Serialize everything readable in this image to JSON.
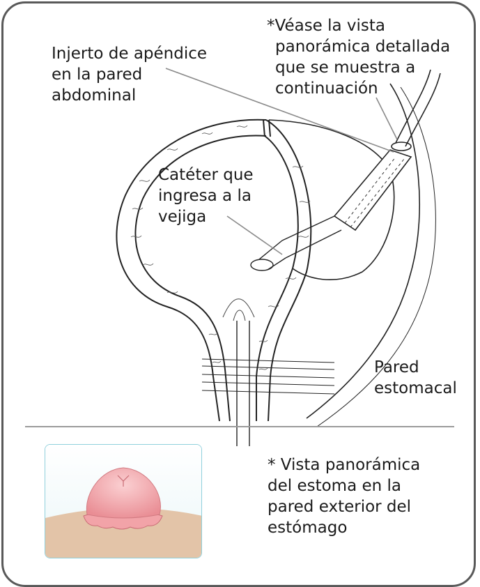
{
  "labels": {
    "graft": [
      "Injerto de apéndice",
      "en la pared",
      "abdominal"
    ],
    "see_detail": [
      "*Véase la vista",
      "panorámica detallada",
      "que se muestra a",
      "continuación"
    ],
    "catheter": [
      "Catéter que",
      "ingresa a la",
      "vejiga"
    ],
    "stomach_wall": [
      "Pared",
      "estomacal"
    ],
    "stoma_view": [
      "* Vista panorámica",
      "del estoma en la",
      "pared exterior del",
      "estómago"
    ]
  },
  "colors": {
    "frame": "#595959",
    "divider": "#9a9a9a",
    "leader": "#8a8a8a",
    "skin": "#e3c4a8",
    "stoma": "#f2a3a8",
    "inset_border": "#8fd0dc"
  }
}
